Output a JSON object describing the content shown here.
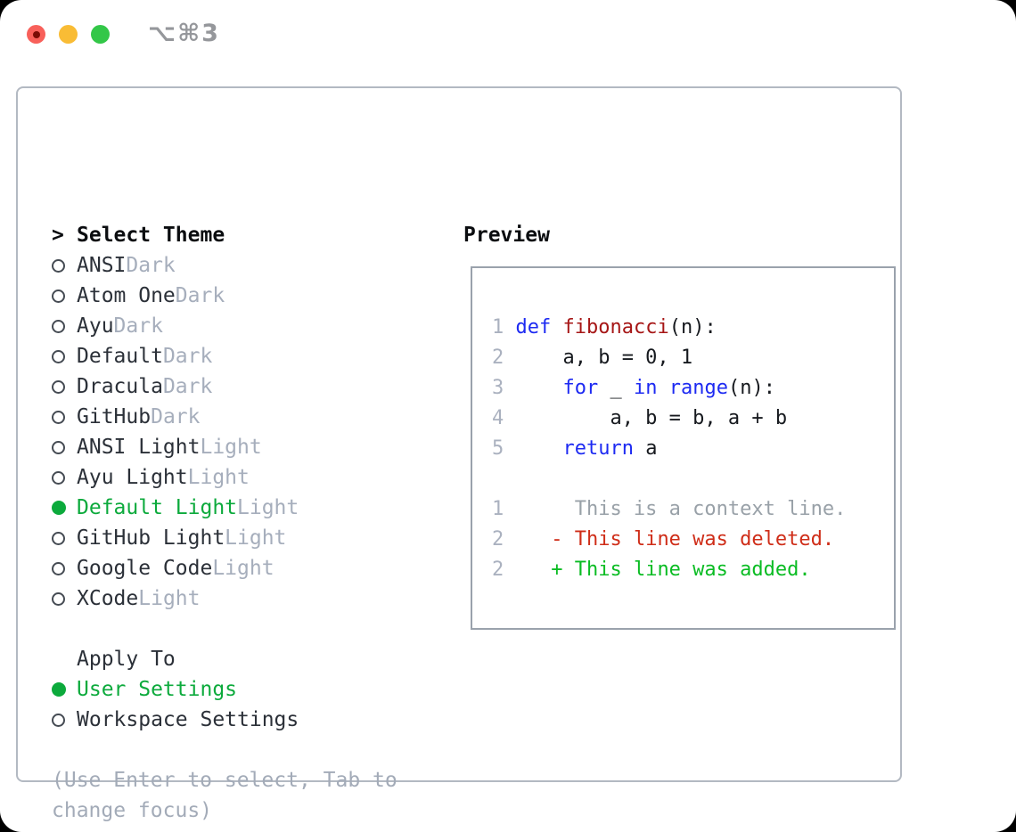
{
  "window": {
    "title": "⌥⌘3",
    "traffic_lights": [
      "close",
      "minimize",
      "zoom"
    ]
  },
  "picker": {
    "prompt": ">",
    "title": "Select Theme",
    "items": [
      {
        "name": "ANSI",
        "variant": "Dark",
        "selected": false
      },
      {
        "name": "Atom One",
        "variant": "Dark",
        "selected": false
      },
      {
        "name": "Ayu",
        "variant": "Dark",
        "selected": false
      },
      {
        "name": "Default",
        "variant": "Dark",
        "selected": false
      },
      {
        "name": "Dracula",
        "variant": "Dark",
        "selected": false
      },
      {
        "name": "GitHub",
        "variant": "Dark",
        "selected": false
      },
      {
        "name": "ANSI Light",
        "variant": "Light",
        "selected": false
      },
      {
        "name": "Ayu Light",
        "variant": "Light",
        "selected": false
      },
      {
        "name": "Default Light",
        "variant": "Light",
        "selected": true
      },
      {
        "name": "GitHub Light",
        "variant": "Light",
        "selected": false
      },
      {
        "name": "Google Code",
        "variant": "Light",
        "selected": false
      },
      {
        "name": "XCode",
        "variant": "Light",
        "selected": false
      }
    ],
    "apply_to": {
      "title": "Apply To",
      "options": [
        {
          "label": "User Settings",
          "selected": true
        },
        {
          "label": "Workspace Settings",
          "selected": false
        }
      ]
    },
    "help": [
      "(Use Enter to select, Tab to",
      "change focus)"
    ]
  },
  "preview": {
    "title": "Preview",
    "code_lines": [
      {
        "num": "1",
        "segments": [
          {
            "text": "def",
            "style": "kw"
          },
          {
            "text": " ",
            "style": "plain"
          },
          {
            "text": "fibonacci",
            "style": "fn"
          },
          {
            "text": "(n):",
            "style": "plain"
          }
        ]
      },
      {
        "num": "2",
        "segments": [
          {
            "text": "    a, b = 0, 1",
            "style": "plain"
          }
        ]
      },
      {
        "num": "3",
        "segments": [
          {
            "text": "    ",
            "style": "plain"
          },
          {
            "text": "for",
            "style": "kw"
          },
          {
            "text": " _ ",
            "style": "plain"
          },
          {
            "text": "in",
            "style": "kw"
          },
          {
            "text": " ",
            "style": "plain"
          },
          {
            "text": "range",
            "style": "kw"
          },
          {
            "text": "(n):",
            "style": "plain"
          }
        ]
      },
      {
        "num": "4",
        "segments": [
          {
            "text": "        a, b = b, a + b",
            "style": "plain"
          }
        ]
      },
      {
        "num": "5",
        "segments": [
          {
            "text": "    ",
            "style": "plain"
          },
          {
            "text": "return",
            "style": "kw"
          },
          {
            "text": " a",
            "style": "plain"
          }
        ]
      }
    ],
    "diff_lines": [
      {
        "num": "1",
        "segments": [
          {
            "text": "     This is a context line.",
            "style": "context"
          }
        ]
      },
      {
        "num": "2",
        "segments": [
          {
            "text": "   ",
            "style": "plain"
          },
          {
            "text": "- This line was deleted.",
            "style": "deleted"
          }
        ]
      },
      {
        "num": "2",
        "segments": [
          {
            "text": "   ",
            "style": "plain"
          },
          {
            "text": "+ This line was added.",
            "style": "added"
          }
        ]
      }
    ]
  },
  "colors": {
    "c-title": "#95979b",
    "c-panel-border": "#b3b9c2",
    "c-box-border": "#9aa2ac",
    "c-header": "#0b0d10",
    "c-dark": "#2b3038",
    "c-muted": "#a6aebc",
    "c-help": "#a3abb8",
    "c-num": "#aab1bf",
    "c-context": "#99a1a8",
    "c-code": "#16191e",
    "c-kw": "#1d2af2",
    "c-fn": "#a61616",
    "c-del": "#cf2d18",
    "c-add": "#0abc23",
    "c-green": "#0caa3c",
    "c-ring": "#454b53",
    "c-tl-red": "#f8605a",
    "c-tl-red-dot": "#7a0c05",
    "c-tl-yellow": "#f9bc35",
    "c-tl-green": "#33c748"
  }
}
